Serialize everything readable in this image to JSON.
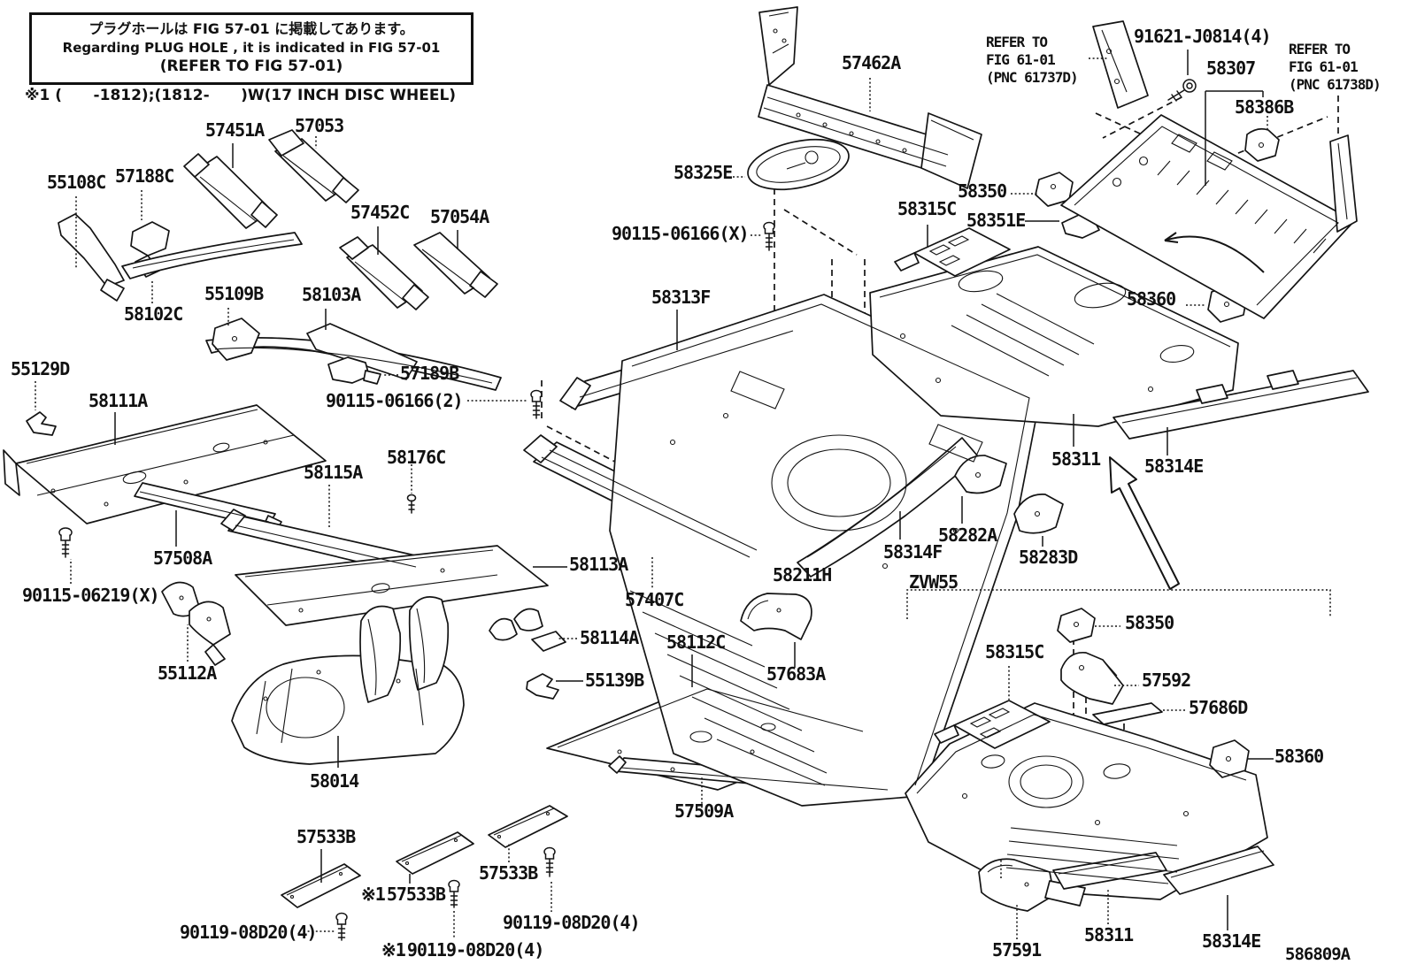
{
  "note_box": {
    "jp": "プラグホールは FIG 57-01 に掲載してあります。",
    "en": "Regarding PLUG HOLE , it is indicated in FIG 57-01",
    "refer": "(REFER TO FIG 57-01)"
  },
  "footnote": "※1 (      -1812);(1812-      )W(17 INCH DISC WHEEL)",
  "variant_code": "ZVW55",
  "diagram_code": "586809A",
  "refer_left": {
    "line1": "REFER TO",
    "line2": "FIG 61-01",
    "line3": "(PNC 61737D)"
  },
  "refer_right": {
    "line1": "REFER TO",
    "line2": "FIG 61-01",
    "line3": "(PNC 61738D)"
  },
  "parts": {
    "note1": "※1",
    "p55108C": "55108C",
    "p57188C": "57188C",
    "p57451A": "57451A",
    "p57053": "57053",
    "p57452C": "57452C",
    "p57054A": "57054A",
    "p58102C": "58102C",
    "p55109B": "55109B",
    "p58103A": "58103A",
    "p55129D": "55129D",
    "p58111A": "58111A",
    "p57189B": "57189B",
    "p58176C": "58176C",
    "p58115A": "58115A",
    "p57508A": "57508A",
    "p55112A": "55112A",
    "p58113A": "58113A",
    "p57407C": "57407C",
    "p58114A": "58114A",
    "p58112C": "58112C",
    "p55139B": "55139B",
    "p58014": "58014",
    "p57533B": "57533B",
    "p57509A": "57509A",
    "p57462A": "57462A",
    "p58325E": "58325E",
    "p58313F": "58313F",
    "p58350": "58350",
    "p58315C": "58315C",
    "p58351E": "58351E",
    "p58360": "58360",
    "p58311": "58311",
    "p58314E": "58314E",
    "p58314F": "58314F",
    "p58282A": "58282A",
    "p58283D": "58283D",
    "p58211H": "58211H",
    "p57683A": "57683A",
    "p57592": "57592",
    "p57686D": "57686D",
    "p57591": "57591",
    "p58307": "58307",
    "p58386B": "58386B",
    "p90115_06166X": "90115-06166(X)",
    "p90115_06166_2": "90115-06166(2)",
    "p90115_06219X": "90115-06219(X)",
    "p90119_08D20": "90119-08D20(4)",
    "p91621": "91621-J0814(4)"
  }
}
